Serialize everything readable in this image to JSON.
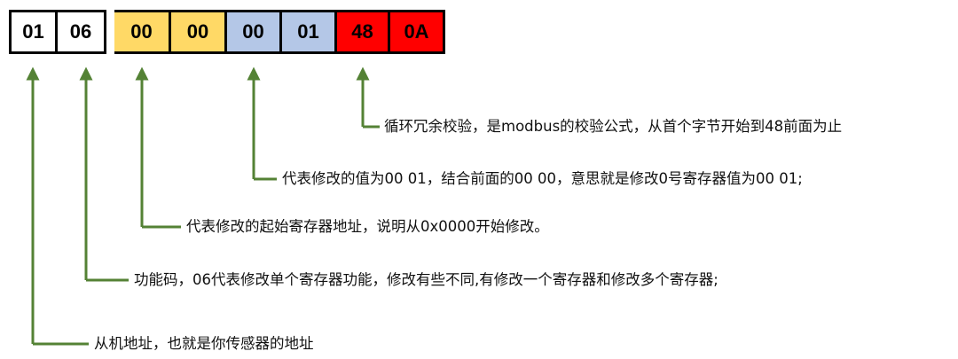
{
  "frame": {
    "bytes": [
      {
        "value": "01",
        "color": "#ffffff"
      },
      {
        "value": "06",
        "color": "#ffffff"
      },
      {
        "value": "00",
        "color": "#ffd966"
      },
      {
        "value": "00",
        "color": "#ffd966"
      },
      {
        "value": "00",
        "color": "#b4c7e7"
      },
      {
        "value": "01",
        "color": "#b4c7e7"
      },
      {
        "value": "48",
        "color": "#ff0000"
      },
      {
        "value": "0A",
        "color": "#ff0000"
      }
    ]
  },
  "annotations": {
    "crc": "循环冗余校验，是modbus的校验公式，从首个字节开始到48前面为止",
    "value": "代表修改的值为00 01，结合前面的00 00，意思就是修改0号寄存器值为00 01;",
    "register_address": "代表修改的起始寄存器地址，说明从0x0000开始修改。",
    "function_code": "功能码，06代表修改单个寄存器功能，修改有些不同,有修改一个寄存器和修改多个寄存器;",
    "slave_address": "从机地址，也就是你传感器的地址"
  },
  "colors": {
    "connector": "#548235"
  }
}
